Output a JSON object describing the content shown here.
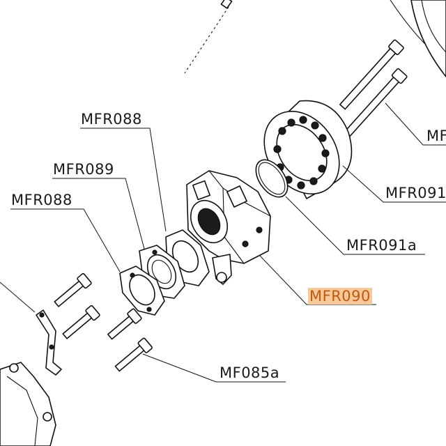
{
  "labels": {
    "mfr088_top": "MFR088",
    "mfr089": "MFR089",
    "mfr088_left": "MFR088",
    "mf_cut": "MF",
    "mfr091_cut": "MFR091",
    "mfr091a": "MFR091a",
    "mfr090": "MFR090",
    "mf085a": "MF085a"
  },
  "highlight_color": "#f6c89a"
}
